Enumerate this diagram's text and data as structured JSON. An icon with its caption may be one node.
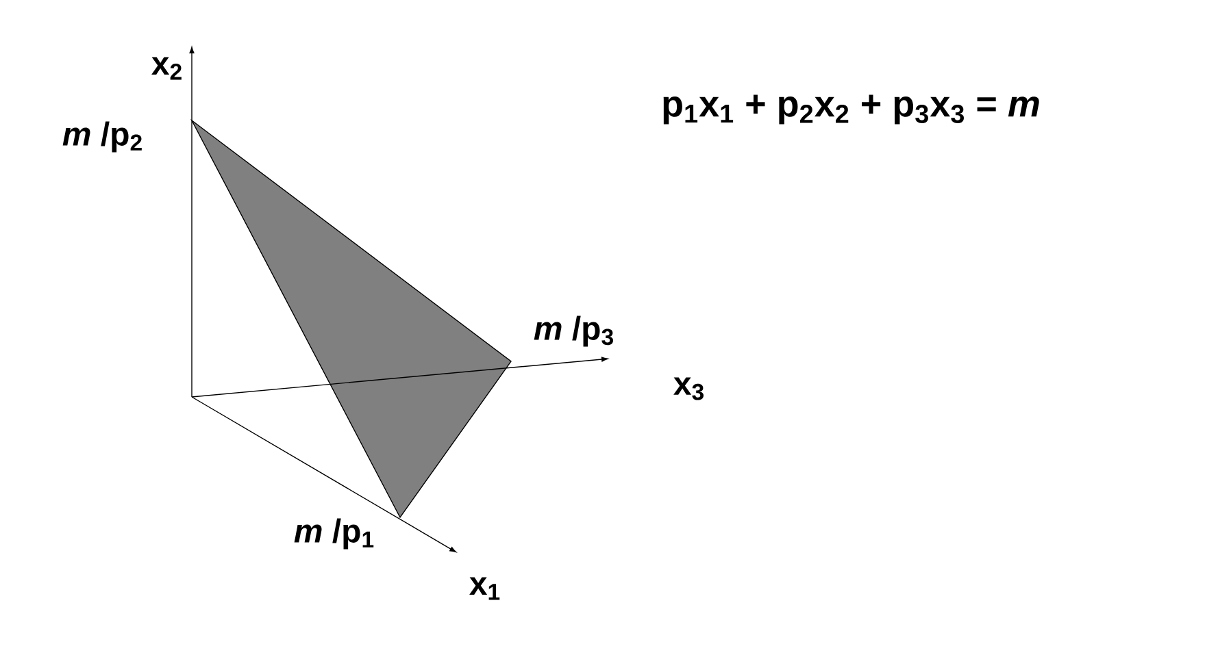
{
  "diagram": {
    "labels": [
      "x$_{2}$",
      "*m* /p$_{2}$",
      "p$_{1}$x$_{1}$ + p$_{2}$x$_{2}$ + p$_{3}$x$_{3}$ = *m*",
      "*m* /p$_{3}$",
      "x$_{3}$",
      "*m* /p$_{1}$",
      "x$_{1}$"
    ]
  }
}
